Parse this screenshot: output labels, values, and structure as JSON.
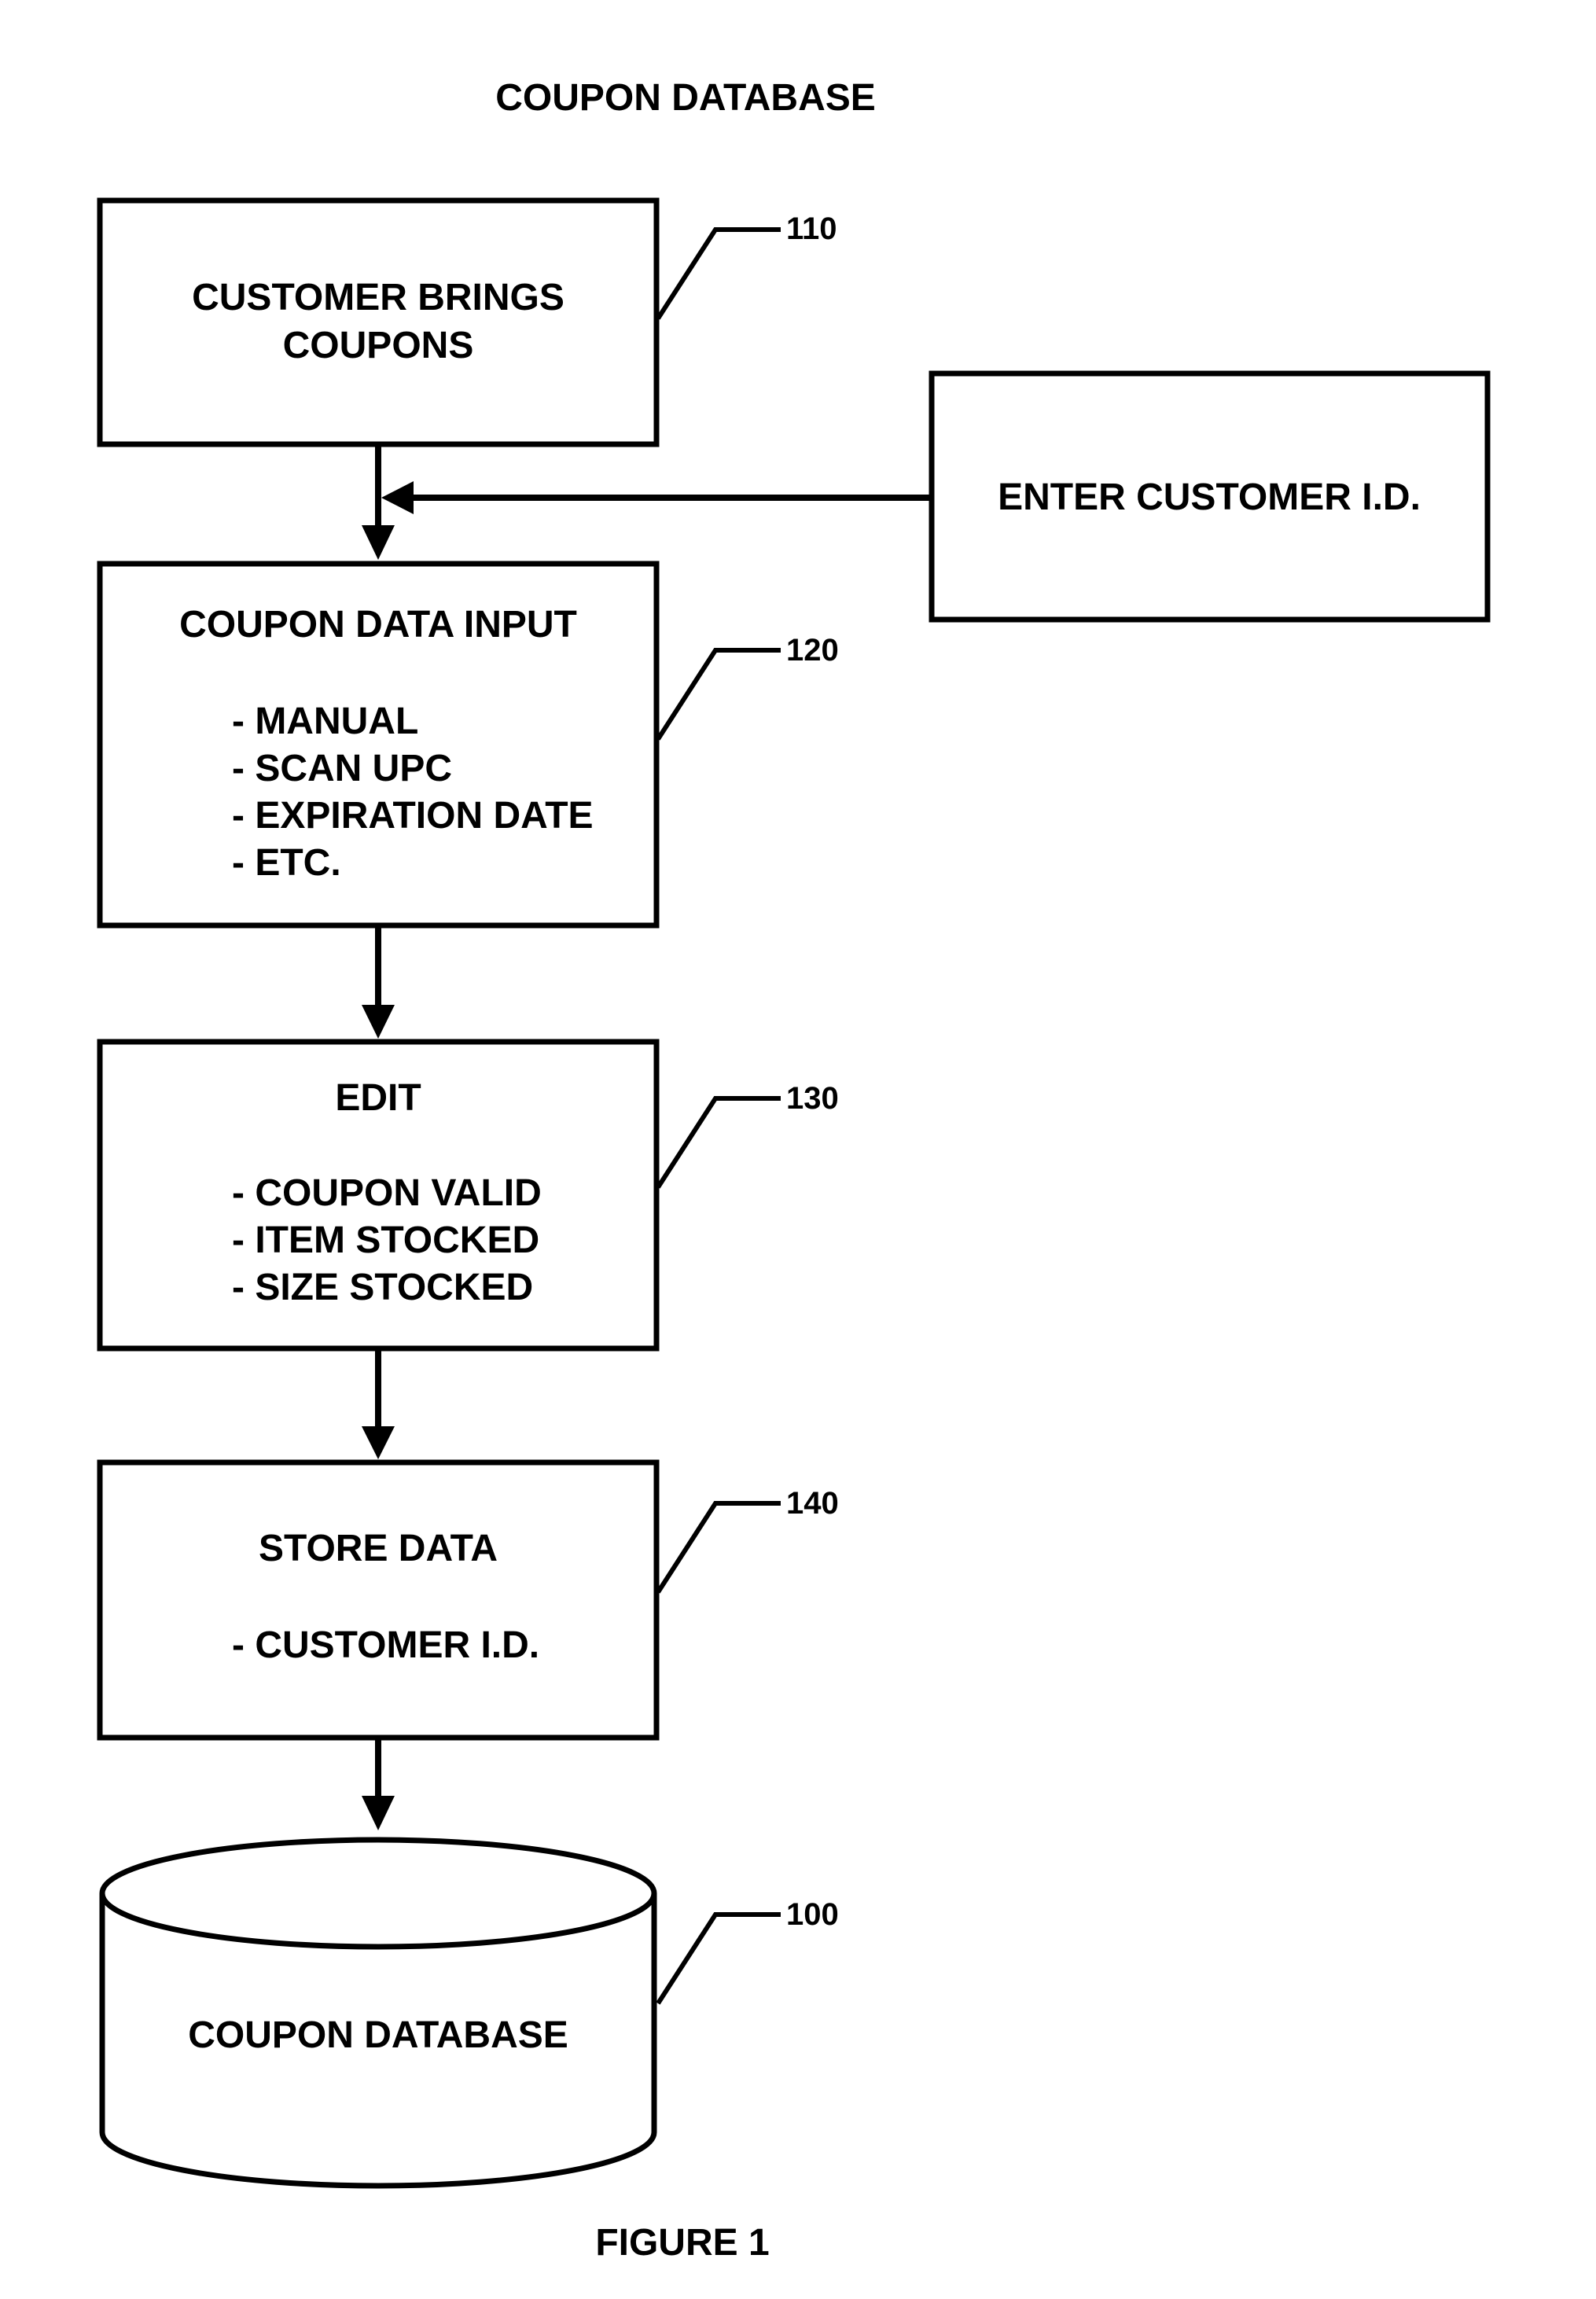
{
  "page": {
    "title": "COUPON DATABASE",
    "figure_label": "FIGURE 1"
  },
  "nodes": {
    "customer_brings": {
      "lines": [
        "CUSTOMER BRINGS",
        "COUPONS"
      ],
      "ref": "110"
    },
    "enter_customer_id": {
      "lines": [
        "ENTER CUSTOMER I.D."
      ]
    },
    "coupon_data_input": {
      "heading": "COUPON DATA INPUT",
      "items": [
        "- MANUAL",
        "- SCAN UPC",
        "- EXPIRATION DATE",
        "- ETC."
      ],
      "ref": "120"
    },
    "edit": {
      "heading": "EDIT",
      "items": [
        "- COUPON VALID",
        "- ITEM STOCKED",
        "- SIZE STOCKED"
      ],
      "ref": "130"
    },
    "store_data": {
      "heading": "STORE DATA",
      "items": [
        "- CUSTOMER I.D."
      ],
      "ref": "140"
    },
    "coupon_database": {
      "label": "COUPON DATABASE",
      "ref": "100"
    }
  },
  "edges": [
    {
      "from": "customer_brings",
      "to": "coupon_data_input"
    },
    {
      "from": "enter_customer_id",
      "to": "coupon_data_input"
    },
    {
      "from": "coupon_data_input",
      "to": "edit"
    },
    {
      "from": "edit",
      "to": "store_data"
    },
    {
      "from": "store_data",
      "to": "coupon_database"
    }
  ]
}
